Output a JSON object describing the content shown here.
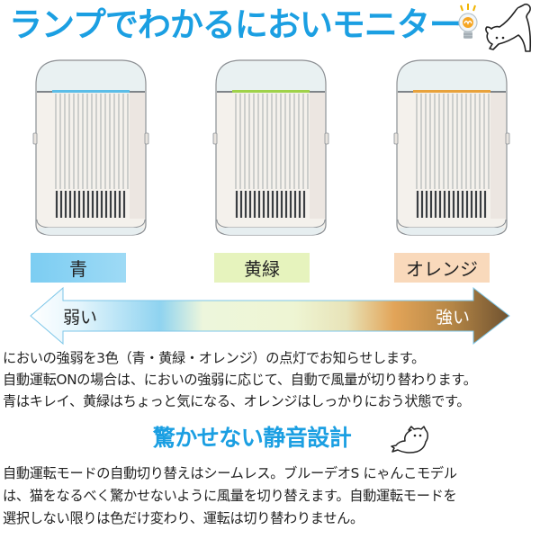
{
  "header": {
    "title": "ランプでわかるにおいモニター",
    "icons": [
      "lightbulb-icon",
      "stretching-cat-illustration"
    ]
  },
  "purifiers": [
    {
      "lamp_color_name": "青",
      "lamp_color": "#5bbde8",
      "label_bg": "#86d2f2"
    },
    {
      "lamp_color_name": "黄緑",
      "lamp_color": "#9fd24a",
      "label_bg": "#e6f3bd"
    },
    {
      "lamp_color_name": "オレンジ",
      "lamp_color": "#e8a23c",
      "label_bg": "#f9d9bb"
    }
  ],
  "scale": {
    "weak_label": "弱い",
    "strong_label": "強い",
    "gradient": [
      "#ffffff",
      "#8fd3f0",
      "#eef6d6",
      "#e2a458",
      "#7a5a33"
    ]
  },
  "description": {
    "lines": [
      "においの強弱を3色（青・黄緑・オレンジ）の点灯でお知らせします。",
      "自動運転ONの場合は、においの強弱に応じて、自動で風量が切り替わります。",
      "青はキレイ、黄緑はちょっと気になる、オレンジはしっかりにおう状態です。"
    ]
  },
  "quiet_section": {
    "heading": "驚かせない静音設計",
    "lines": [
      "自動運転モードの自動切り替えはシームレス。ブルーデオS にゃんこモデル",
      "は、猫をなるべく驚かせないように風量を切り替えます。自動運転モードを",
      "選択しない限りは色だけ変わり、運転は切り替わりません。"
    ]
  },
  "colors": {
    "accent_blue": "#1b9fe2"
  }
}
